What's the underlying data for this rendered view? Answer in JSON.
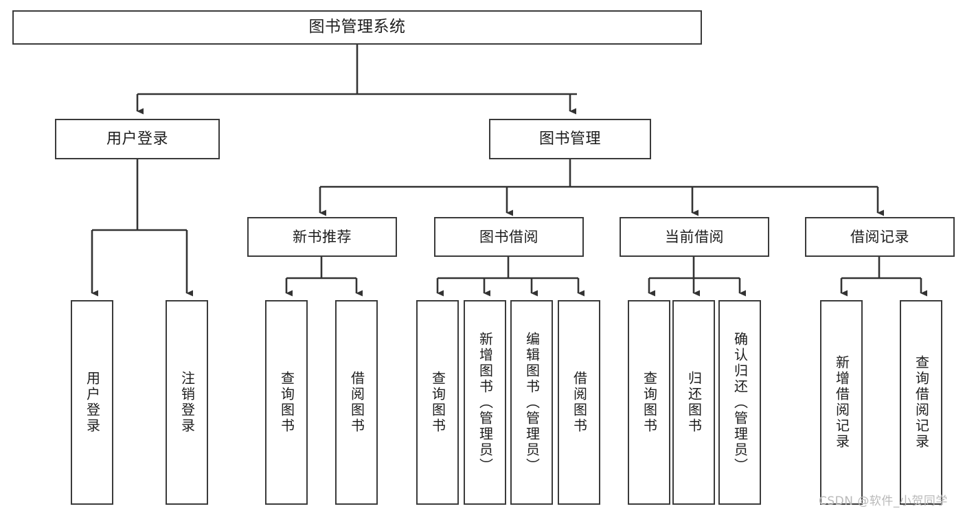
{
  "diagram": {
    "type": "tree",
    "title": "图书管理系统",
    "orientation": "top-down",
    "colors": {
      "box_border": "#3a3a3a",
      "box_fill": "#ffffff",
      "edge": "#333333",
      "text": "#1d1d1d",
      "watermark": "#b9b9b9",
      "background": "#ffffff"
    },
    "watermark": "CSDN @软件_小贺同学",
    "nodes": {
      "root": {
        "label": "图书管理系统"
      },
      "level1": [
        {
          "label": "用户登录"
        },
        {
          "label": "图书管理"
        }
      ],
      "level2": [
        {
          "label": "新书推荐"
        },
        {
          "label": "图书借阅"
        },
        {
          "label": "当前借阅"
        },
        {
          "label": "借阅记录"
        }
      ],
      "leaves_user_login": [
        {
          "label": "用户登录"
        },
        {
          "label": "注销登录"
        }
      ],
      "leaves_new_book": [
        {
          "label": "查询图书"
        },
        {
          "label": "借阅图书"
        }
      ],
      "leaves_borrow": [
        {
          "label": "查询图书"
        },
        {
          "label": "新增图书（管理员）"
        },
        {
          "label": "编辑图书（管理员）"
        },
        {
          "label": "借阅图书"
        }
      ],
      "leaves_current": [
        {
          "label": "查询图书"
        },
        {
          "label": "归还图书"
        },
        {
          "label": "确认归还（管理员）"
        }
      ],
      "leaves_records": [
        {
          "label": "新增借阅记录"
        },
        {
          "label": "查询借阅记录"
        }
      ]
    }
  }
}
